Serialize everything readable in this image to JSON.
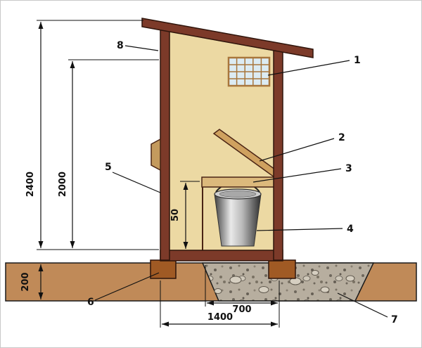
{
  "dimensions": {
    "total_height": "2400",
    "wall_height": "2000",
    "foundation_depth": "200",
    "seat_height": "50",
    "pit_width": "700",
    "base_width": "1400"
  },
  "callouts": {
    "c1": "1",
    "c2": "2",
    "c3": "3",
    "c4": "4",
    "c5": "5",
    "c6": "6",
    "c7": "7",
    "c8": "8"
  },
  "colors": {
    "wall": "#ecd9a3",
    "frame": "#7c3a29",
    "ground": "#c08a58",
    "gravel": "#b7ae9f",
    "window": "#dcebf3",
    "seat": "#dcb97c",
    "lid": "#cfa15f",
    "foundation": "#a05a24"
  }
}
